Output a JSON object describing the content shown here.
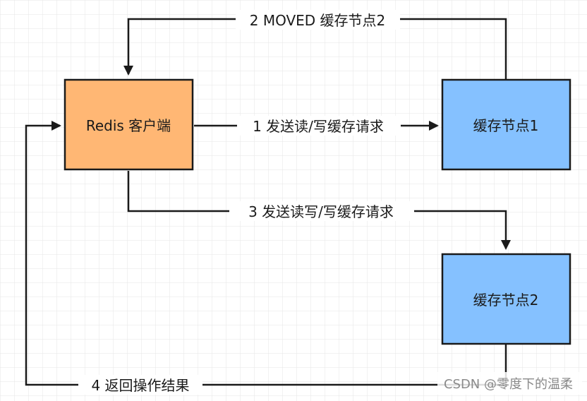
{
  "nodes": {
    "client": {
      "label": "Redis 客户端",
      "fill": "#FFB774"
    },
    "cache1": {
      "label": "缓存节点1",
      "fill": "#85C1FF"
    },
    "cache2": {
      "label": "缓存节点2",
      "fill": "#85C1FF"
    }
  },
  "edges": {
    "step1": {
      "label": "1 发送读/写缓存请求"
    },
    "step2": {
      "label": "2 MOVED 缓存节点2"
    },
    "step3": {
      "label": "3 发送读写/写缓存请求"
    },
    "step4": {
      "label": "4 返回操作结果"
    }
  },
  "watermark": {
    "text": "CSDN @零度下的温柔"
  },
  "colors": {
    "stroke": "#1a1a1a",
    "grid": "#e3e3e3"
  }
}
